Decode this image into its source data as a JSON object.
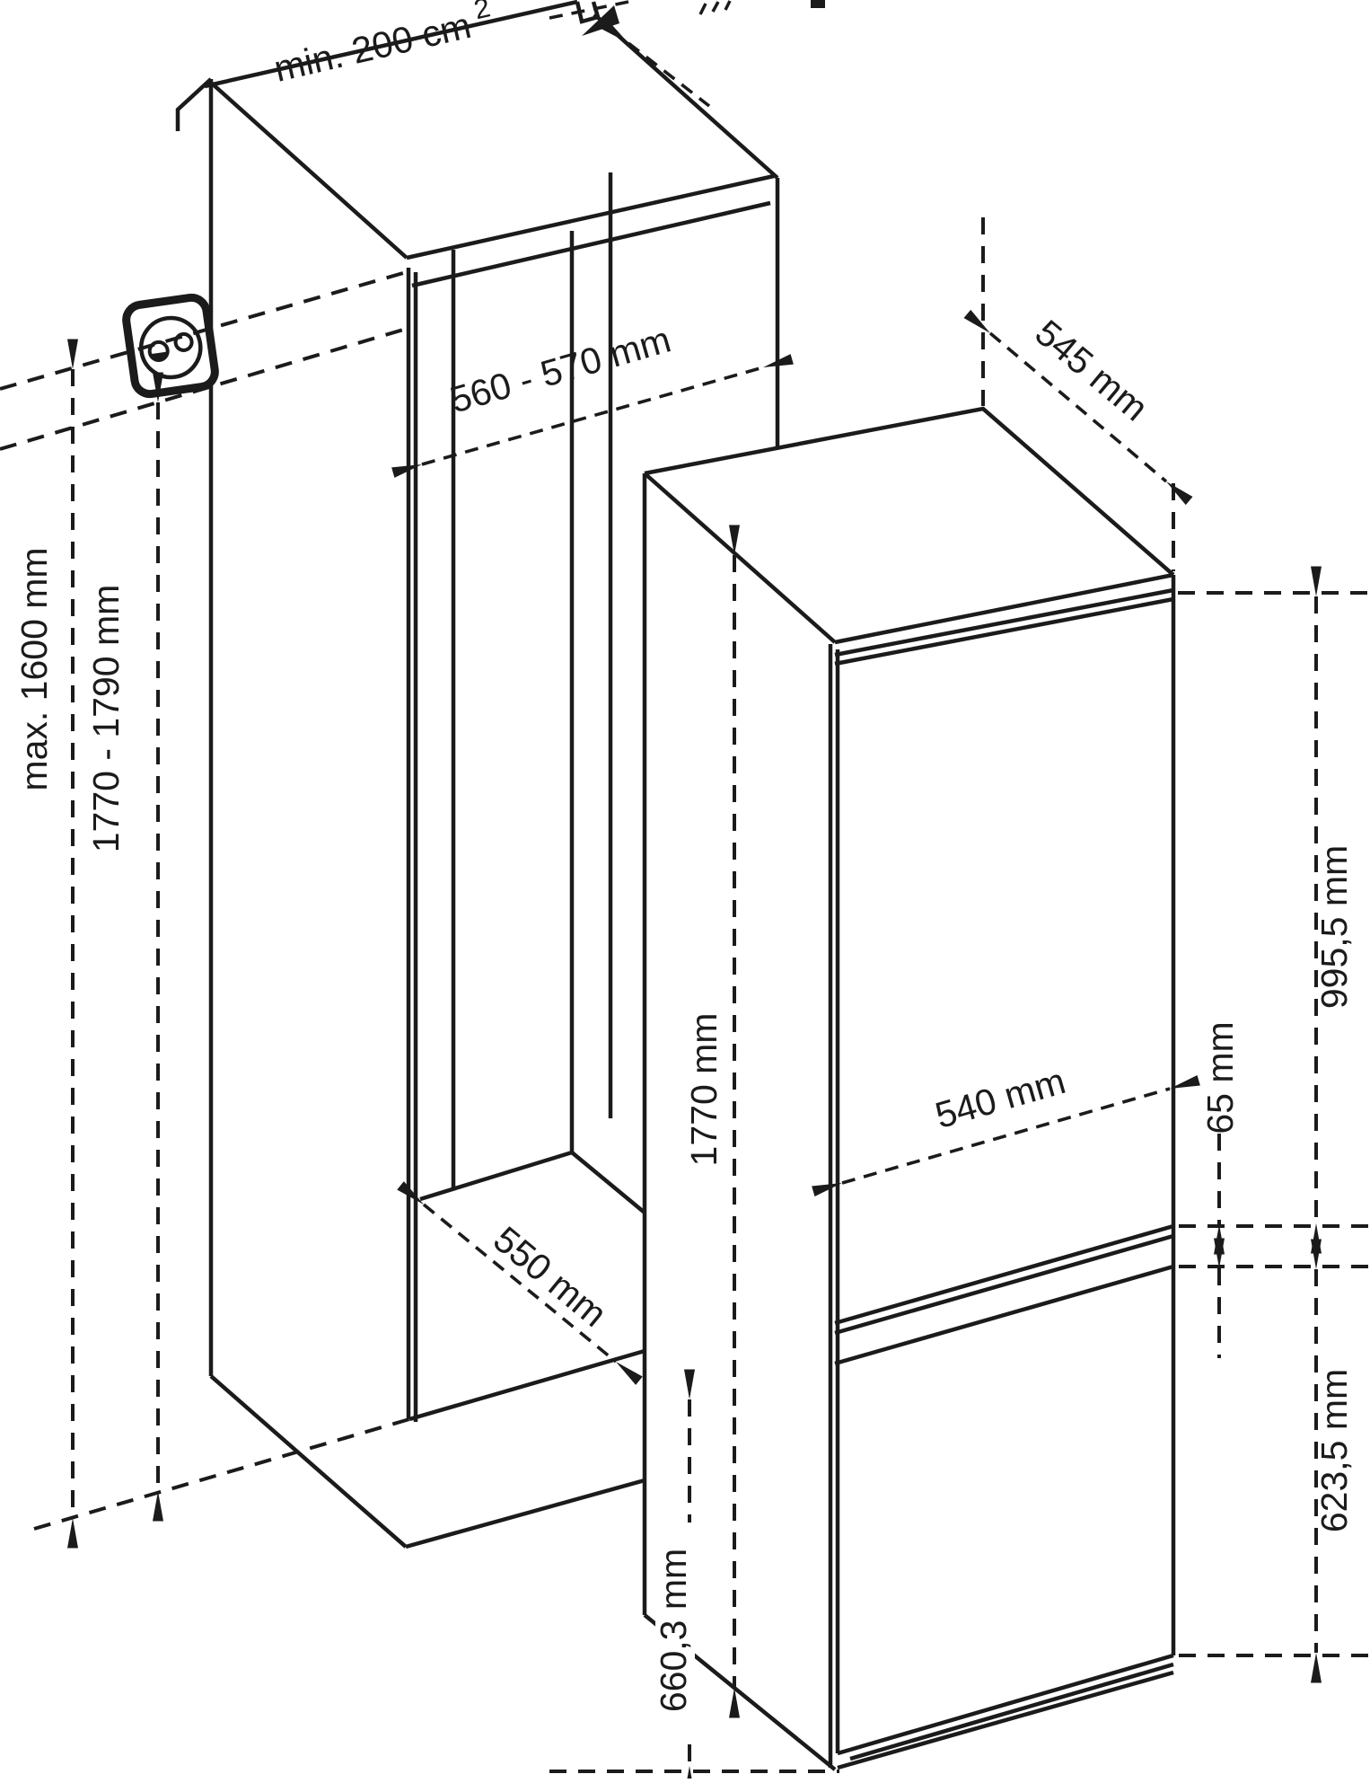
{
  "diagram": {
    "kind": "appliance-built-in-installation-dimensions",
    "colors": {
      "line": "#1b1b1b",
      "background": "#ffffff"
    },
    "icons": {
      "power_socket": "power-socket"
    },
    "labels": {
      "vent_area": {
        "text": "min. 200 cm",
        "sup": "2"
      },
      "socket_max_height": "max. 1600 mm",
      "niche_height": "1770 - 1790 mm",
      "niche_width": "560 - 570 mm",
      "niche_depth": "550 mm",
      "appliance_depth": "545 mm",
      "appliance_height": "1770 mm",
      "door_width": "540 mm",
      "door_gap": "65 mm",
      "upper_door_height": "995,5 mm",
      "lower_door_height": "623,5 mm",
      "freezer_section_height": "660,3 mm"
    }
  }
}
